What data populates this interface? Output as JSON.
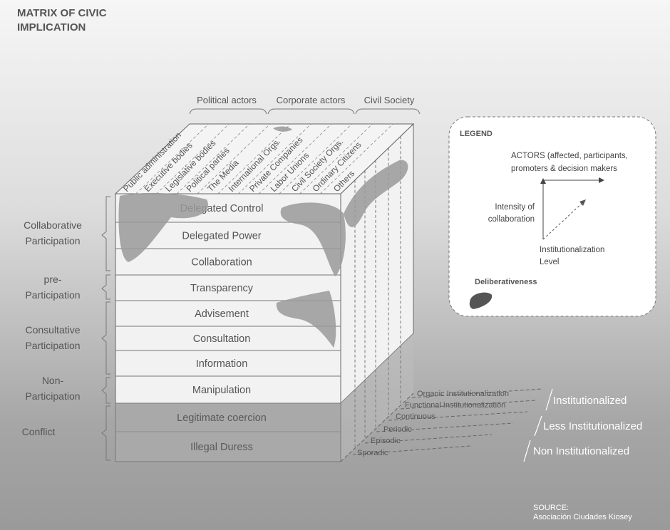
{
  "title": "MATRIX OF CIVIC IMPLICATION",
  "groups": {
    "political": "Political actors",
    "corporate": "Corporate actors",
    "civil": "Civil Society"
  },
  "actors": [
    "Public administration",
    "Executive bodies",
    "Legislative bodies",
    "Political parties",
    "The Media",
    "International Orgs.",
    "Private Companies",
    "Labor Unions",
    "Civil Society Orgs.",
    "Ordinary Citizens",
    "Others"
  ],
  "levels": [
    "Delegated Control",
    "Delegated Power",
    "Collaboration",
    "Transparency",
    "Advisement",
    "Consultation",
    "Information",
    "Manipulation",
    "Legitimate coercion",
    "Illegal Duress"
  ],
  "categories": {
    "collaborative": [
      "Collaborative",
      "Participation"
    ],
    "pre": [
      "pre-",
      "Participation"
    ],
    "consultative": [
      "Consultative",
      "Participation"
    ],
    "non": [
      "Non-",
      "Participation"
    ],
    "conflict": "Conflict"
  },
  "depth_labels": [
    "Organic Institutionalization",
    "Functional Institutionalization",
    "Continuous",
    "Periodic",
    "Episodic",
    "Sporadic"
  ],
  "inst_labels": {
    "institutionalized": "Institutionalized",
    "less": "Less Institutionalized",
    "non": "Non Institutionalized"
  },
  "legend": {
    "title": "LEGEND",
    "actors": [
      "ACTORS (affected, participants,",
      "promoters & decision makers"
    ],
    "intensity": [
      "Intensity of",
      "collaboration"
    ],
    "institutionalization": [
      "Institutionalization",
      "Level"
    ],
    "deliberativeness": "Deliberativeness"
  },
  "source": [
    "SOURCE:",
    "Asociación Ciudades Kiosey"
  ]
}
